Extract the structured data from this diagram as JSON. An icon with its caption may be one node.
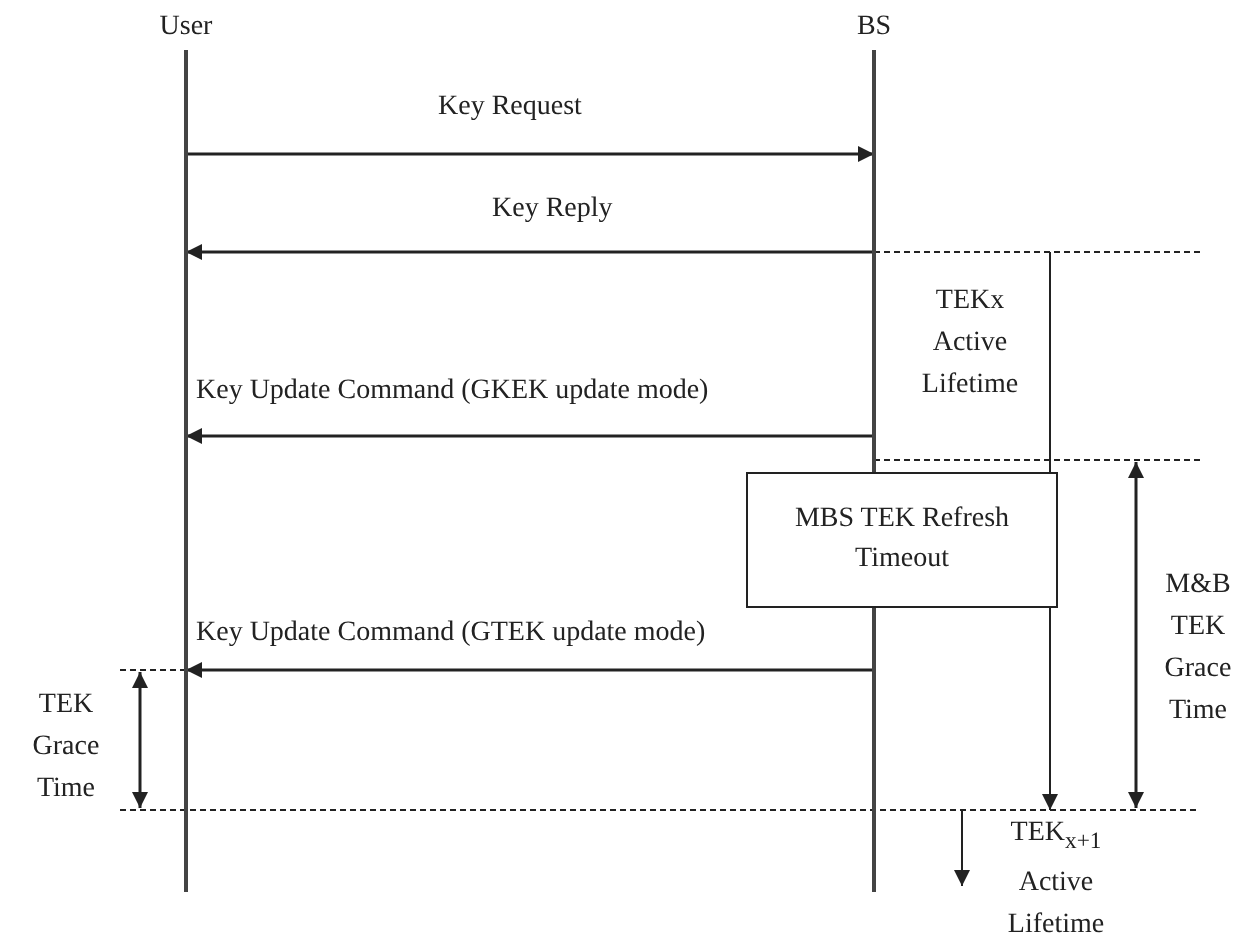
{
  "diagram": {
    "nodes": [
      {
        "text": [
          "User"
        ]
      },
      {
        "text": [
          "BS"
        ]
      },
      {
        "text": [
          "MBS TEK Refresh Timeout"
        ]
      }
    ],
    "edges": [
      {
        "from": 0,
        "to": 1,
        "arrow": "to",
        "label": "Key Request"
      },
      {
        "from": 1,
        "to": 0,
        "arrow": "to",
        "label": "Key Reply"
      },
      {
        "from": 1,
        "to": 0,
        "arrow": "to",
        "label": "Key Update Command (GKEK update mode)"
      },
      {
        "from": 1,
        "to": 0,
        "arrow": "to",
        "label": "Key Update Command (GTEK update mode)"
      }
    ],
    "labels": [
      "TEKx Active Lifetime",
      "M&B TEK Grace Time",
      "TEK Grace Time",
      "TEK$_{x+1}$ Active Lifetime"
    ]
  }
}
